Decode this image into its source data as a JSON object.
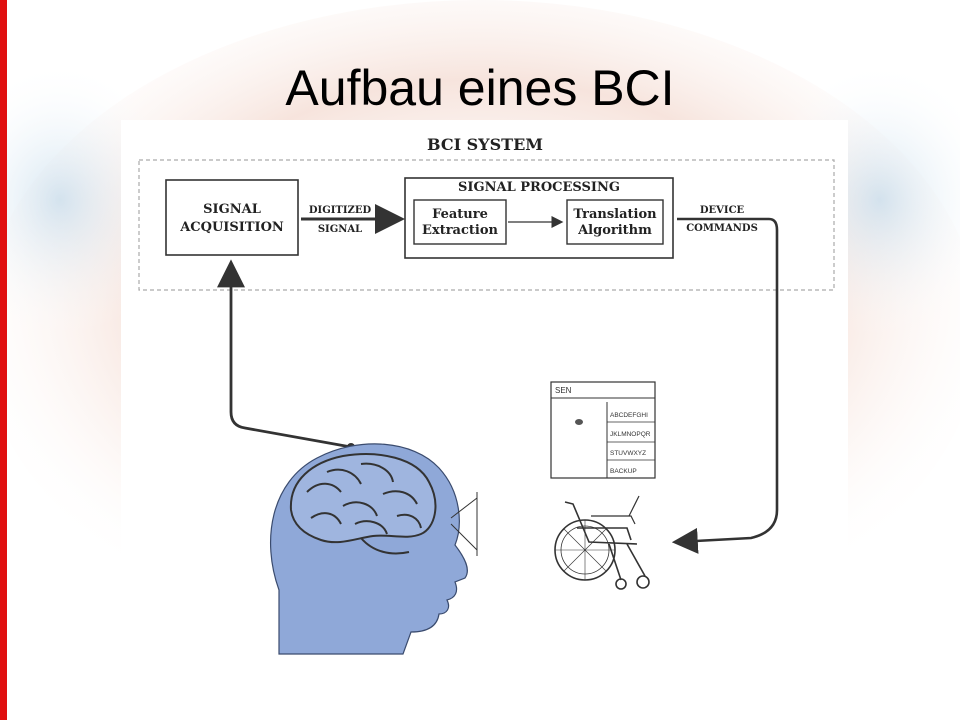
{
  "slide": {
    "title": "Aufbau eines BCI"
  },
  "diagram": {
    "system_title": "BCI SYSTEM",
    "signal_acquisition": [
      "SIGNAL",
      "ACQUISITION"
    ],
    "digitized_signal": [
      "DIGITIZED",
      "SIGNAL"
    ],
    "signal_processing": "SIGNAL PROCESSING",
    "feature_extraction": [
      "Feature",
      "Extraction"
    ],
    "translation_algorithm": [
      "Translation",
      "Algorithm"
    ],
    "device_commands": [
      "DEVICE",
      "COMMANDS"
    ],
    "speller": {
      "header": "SEN",
      "rows": [
        "ABCDEFGHI",
        "JKLMNOPQR",
        "STUVWXYZ",
        "BACKUP"
      ]
    }
  },
  "colors": {
    "accent_bar": "#e01010",
    "head_fill": "#8fa8d8",
    "line": "#333333"
  },
  "icons": [
    "brain-head-icon",
    "wheelchair-icon",
    "speller-screen-icon"
  ]
}
